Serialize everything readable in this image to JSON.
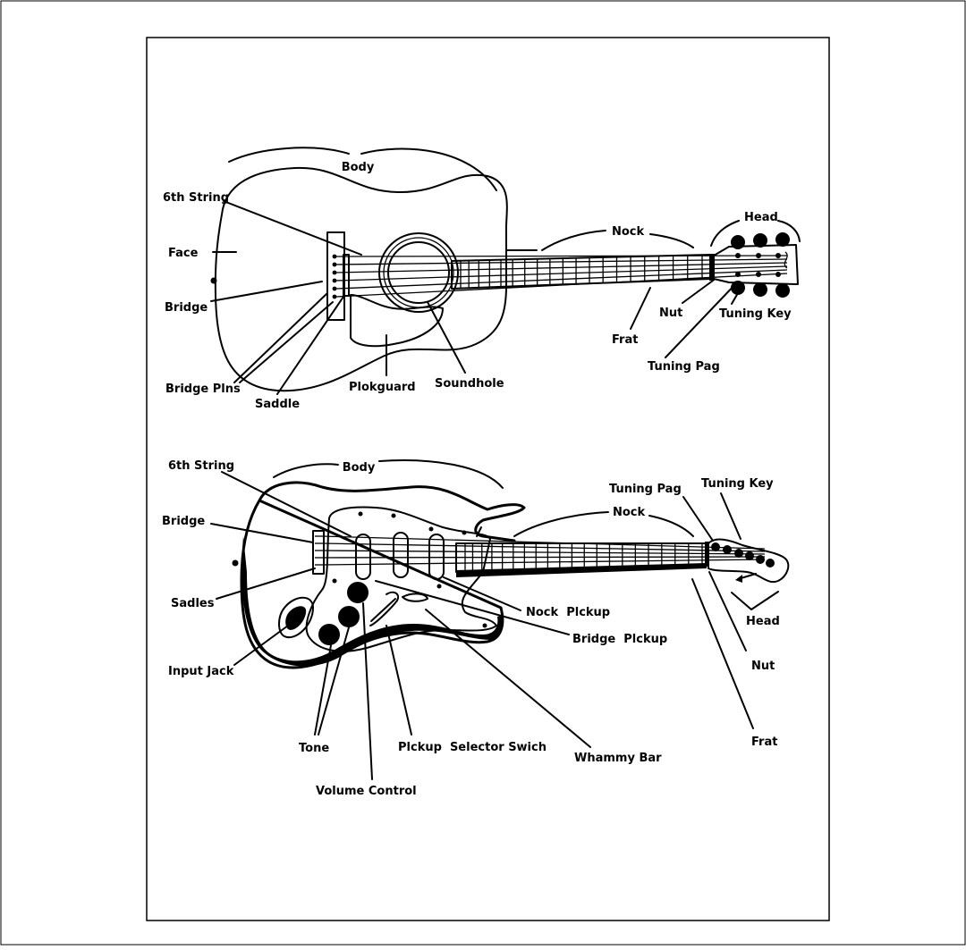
{
  "acoustic": {
    "body": "Body",
    "sixth_string": "6th String",
    "face": "Face",
    "bridge": "Bridge",
    "bridge_pins": "Bridge Plns",
    "saddle": "Saddle",
    "pickguard": "Plokguard",
    "soundhole": "Soundhole",
    "neck": "Nock",
    "head": "Head",
    "nut": "Nut",
    "tuning_key": "Tuning Key",
    "fret": "Frat",
    "tuning_peg": "Tuning Pag"
  },
  "electric": {
    "body": "Body",
    "sixth_string": "6th String",
    "bridge": "Bridge",
    "saddles": "Sadles",
    "input_jack": "Input Jack",
    "tone": "Tone",
    "volume_control": "Volume Control",
    "pickup_selector": "Plckup  Selector Swich",
    "whammy_bar": "Whammy Bar",
    "neck_pickup": "Nock  Plckup",
    "bridge_pickup": "Bridge  Plckup",
    "tuning_peg": "Tuning Pag",
    "tuning_key": "Tuning Key",
    "neck": "Nock",
    "head": "Head",
    "nut": "Nut",
    "fret": "Frat"
  }
}
